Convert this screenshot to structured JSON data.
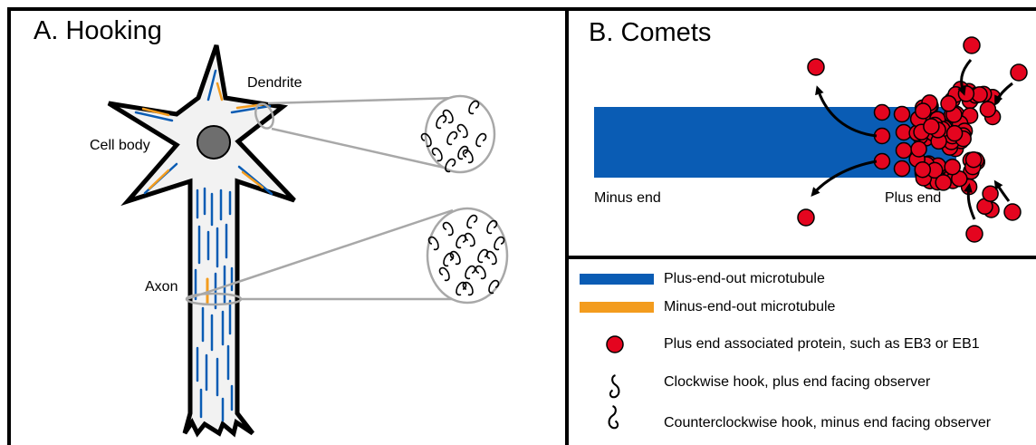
{
  "panels": {
    "hooking": {
      "title": "A. Hooking",
      "labels": {
        "dendrite": "Dendrite",
        "cell_body": "Cell body",
        "axon": "Axon"
      }
    },
    "comets": {
      "title": "B. Comets",
      "labels": {
        "minus_end": "Minus end",
        "plus_end": "Plus end"
      }
    }
  },
  "legend": {
    "items": [
      {
        "label": "Plus-end-out microtubule",
        "icon": "blue-bar"
      },
      {
        "label": "Minus-end-out microtubule",
        "icon": "orange-bar"
      },
      {
        "label": "Plus end associated protein, such as EB3 or EB1",
        "icon": "red-dot"
      },
      {
        "label": "Clockwise hook, plus end facing observer",
        "icon": "clockwise-hook"
      },
      {
        "label": "Counterclockwise hook, minus end facing observer",
        "icon": "counterclockwise-hook"
      }
    ]
  },
  "colors": {
    "plus_end_out": "#0a5cb4",
    "minus_end_out": "#f39c1e",
    "protein": "#e4051f",
    "nucleus": "#6e6e6e",
    "neuron_fill": "#f2f2f2",
    "callout": "#a8a8a8"
  }
}
